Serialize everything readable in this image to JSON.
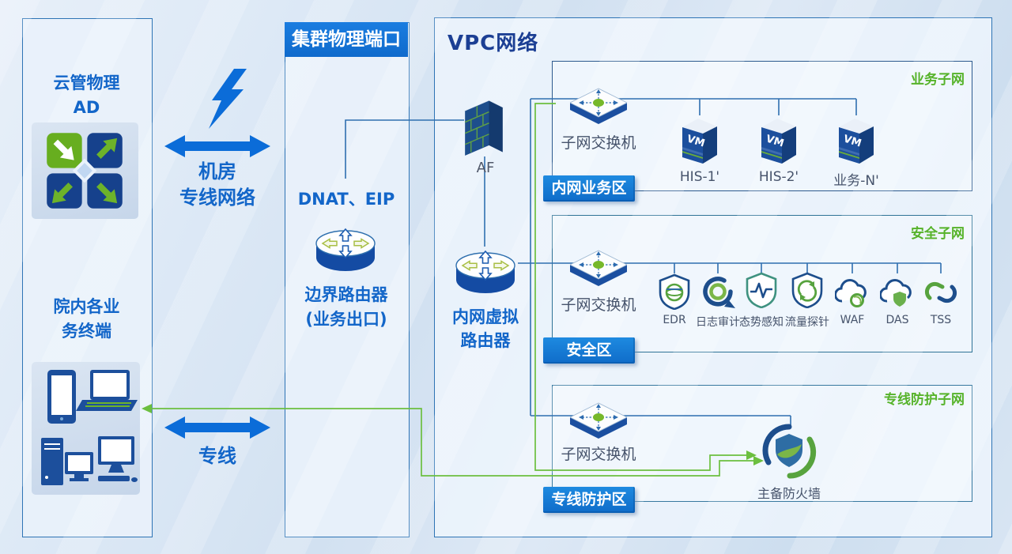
{
  "left": {
    "ad_title": "云管物理\nAD",
    "terminals_title": "院内各业\n务终端"
  },
  "links": {
    "room": "机房\n专线网络",
    "line": "专线"
  },
  "cluster": {
    "header": "集群物理端口",
    "dnat": "DNAT、EIP",
    "router": "边界路由器\n(业务出口)"
  },
  "vpc": {
    "title": "VPC网络",
    "af": "AF",
    "router": "内网虚拟\n路由器",
    "subnets": [
      {
        "name": "业务子网",
        "switch": "子网交换机",
        "badge": "内网业务区",
        "nodes": [
          "HIS-1'",
          "HIS-2'",
          "业务-N'"
        ]
      },
      {
        "name": "安全子网",
        "switch": "子网交换机",
        "badge": "安全区",
        "nodes": [
          "EDR",
          "日志审计",
          "态势感知",
          "流量探针",
          "WAF",
          "DAS",
          "TSS"
        ]
      },
      {
        "name": "专线防护子网",
        "switch": "子网交换机",
        "badge": "专线防护区",
        "firewall": "主备防火墙"
      }
    ]
  },
  "colors": {
    "accent_blue": "#0b6cd8",
    "line_blue": "#2f6fb0",
    "line_green": "#6cbf3f",
    "badge_blue": "#1176d4",
    "label_green": "#56b32a",
    "navy": "#1c4f9c"
  }
}
